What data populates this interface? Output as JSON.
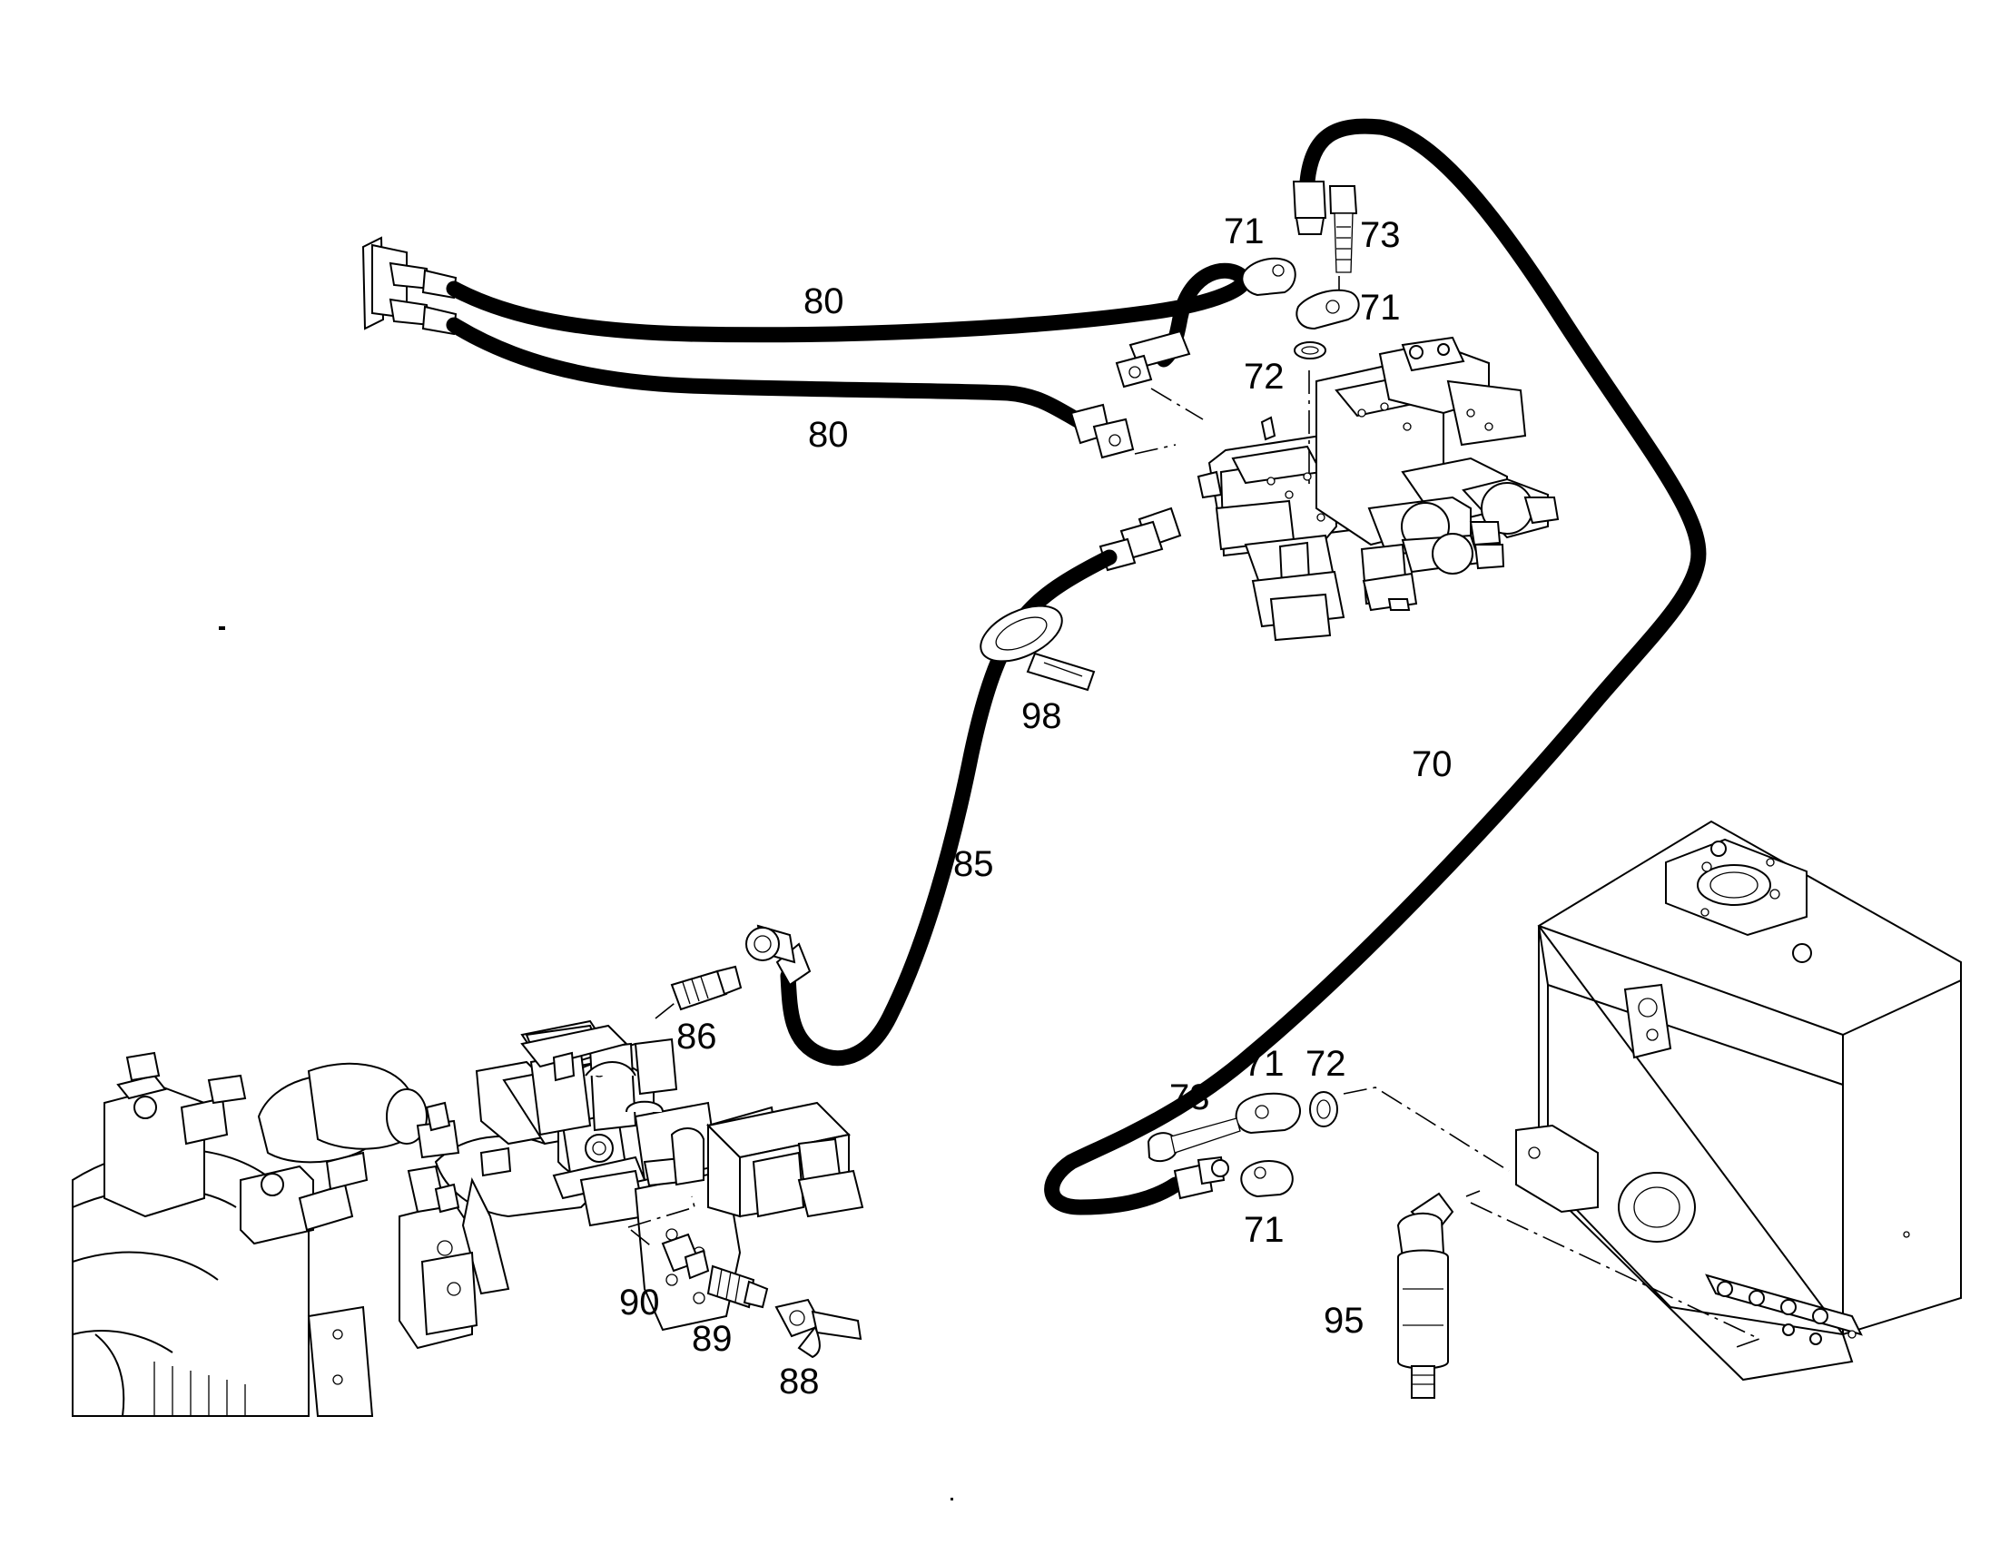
{
  "diagram": {
    "callouts": {
      "c80a": "80",
      "c80b": "80",
      "c71a": "71",
      "c73a": "73",
      "c71b": "71",
      "c72a": "72",
      "c98": "98",
      "c70": "70",
      "c85": "85",
      "c86": "86",
      "c71c": "71",
      "c72b": "72",
      "c73b": "73",
      "c71d": "71",
      "c90": "90",
      "c89": "89",
      "c88": "88",
      "c95": "95"
    }
  }
}
